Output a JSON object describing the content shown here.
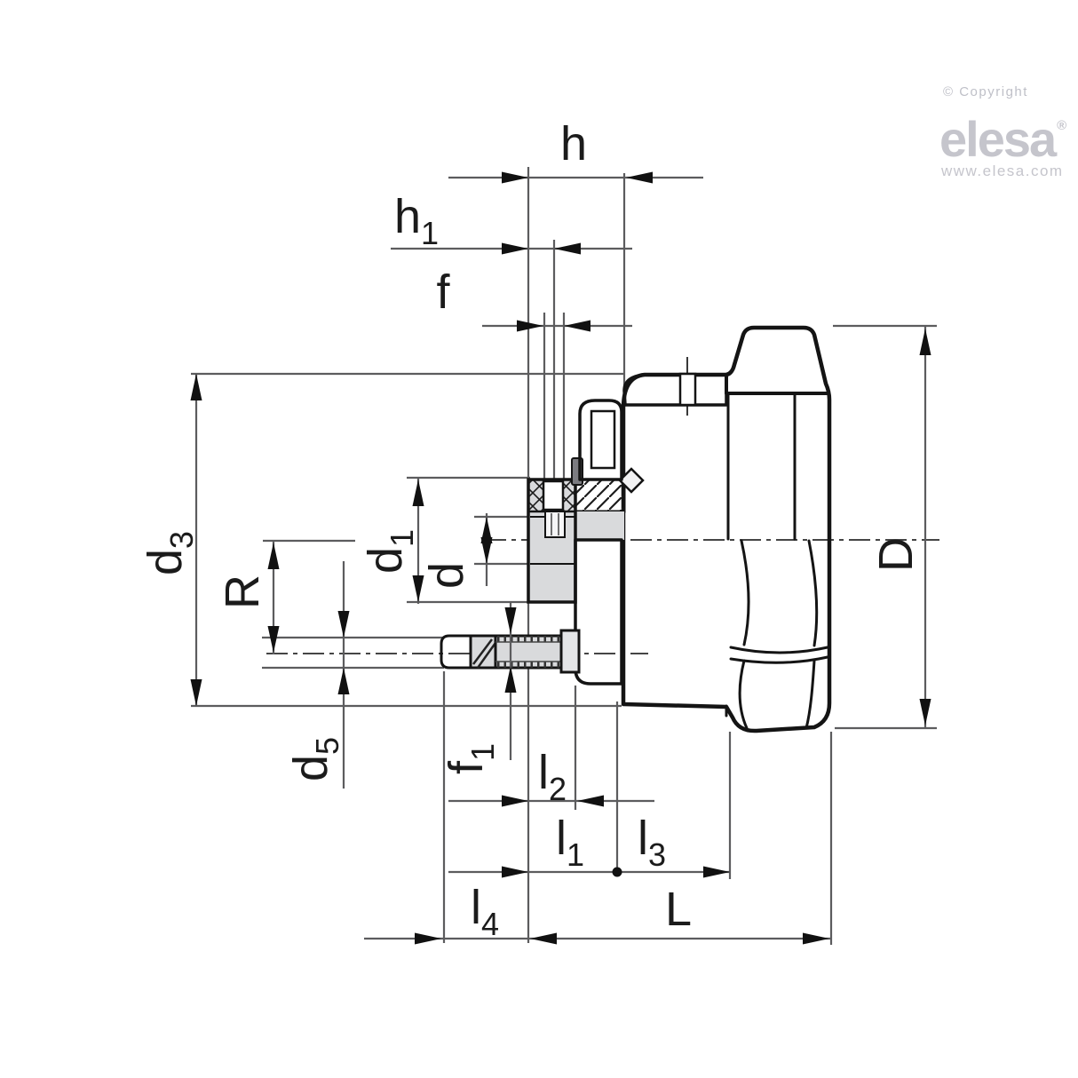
{
  "drawing": {
    "type": "technical-section-drawing",
    "subject": "handwheel with revolving handle, cross-section with dimension callouts"
  },
  "dimensions": {
    "h": {
      "base": "h",
      "sub": ""
    },
    "h1": {
      "base": "h",
      "sub": "1"
    },
    "f": {
      "base": "f",
      "sub": ""
    },
    "d3": {
      "base": "d",
      "sub": "3"
    },
    "R": {
      "base": "R",
      "sub": ""
    },
    "d1": {
      "base": "d",
      "sub": "1"
    },
    "d": {
      "base": "d",
      "sub": ""
    },
    "d5": {
      "base": "d",
      "sub": "5"
    },
    "f1": {
      "base": "f",
      "sub": "1"
    },
    "l2": {
      "base": "l",
      "sub": "2"
    },
    "l1": {
      "base": "l",
      "sub": "1"
    },
    "l3": {
      "base": "l",
      "sub": "3"
    },
    "l4": {
      "base": "l",
      "sub": "4"
    },
    "L": {
      "base": "L",
      "sub": ""
    },
    "D": {
      "base": "D",
      "sub": ""
    }
  },
  "logo": {
    "copyright": "© Copyright",
    "brand": "elesa",
    "registered": "®",
    "url": "www.elesa.com"
  },
  "colors": {
    "outline": "#141414",
    "body_fill": "#d9dadc",
    "dim_line": "#5c5c5e",
    "centerline": "#454545",
    "label": "#1b1b1b",
    "logo_gray": "#c5c5cc",
    "background": "#ffffff"
  }
}
